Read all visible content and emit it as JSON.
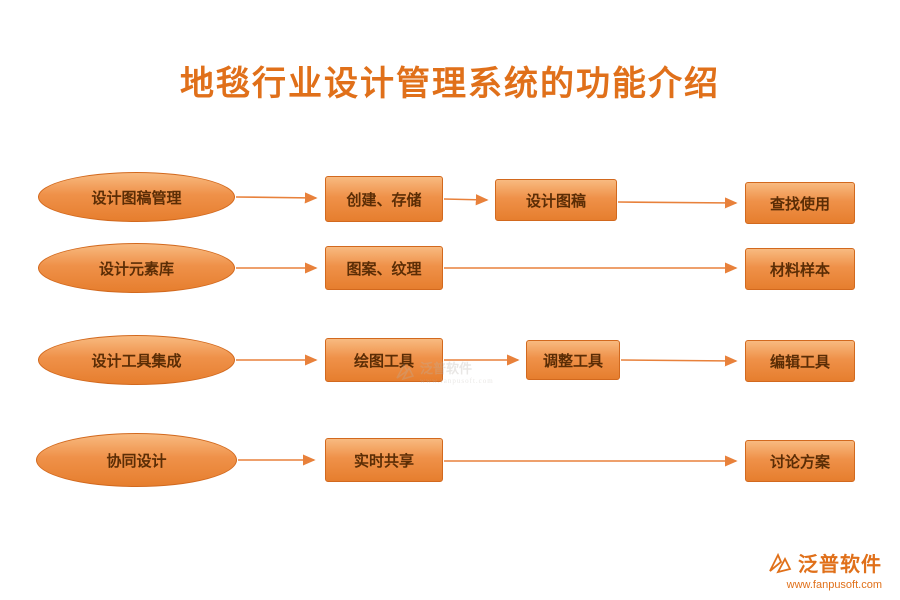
{
  "title": "地毯行业设计管理系统的功能介绍",
  "rows": [
    {
      "ellipse": "设计图稿管理",
      "boxes": [
        "创建、存储",
        "设计图稿",
        "查找使用"
      ]
    },
    {
      "ellipse": "设计元素库",
      "boxes": [
        "图案、纹理",
        "材料样本"
      ]
    },
    {
      "ellipse": "设计工具集成",
      "boxes": [
        "绘图工具",
        "调整工具",
        "编辑工具"
      ]
    },
    {
      "ellipse": "协同设计",
      "boxes": [
        "实时共享",
        "讨论方案"
      ]
    }
  ],
  "watermark": {
    "brand": "泛普软件",
    "url": "www.fanpusoft.com"
  },
  "colors": {
    "accent": "#E0701A",
    "shape_border": "#D2691E",
    "shape_text": "#5B2D05",
    "arrow": "#E8813B"
  }
}
